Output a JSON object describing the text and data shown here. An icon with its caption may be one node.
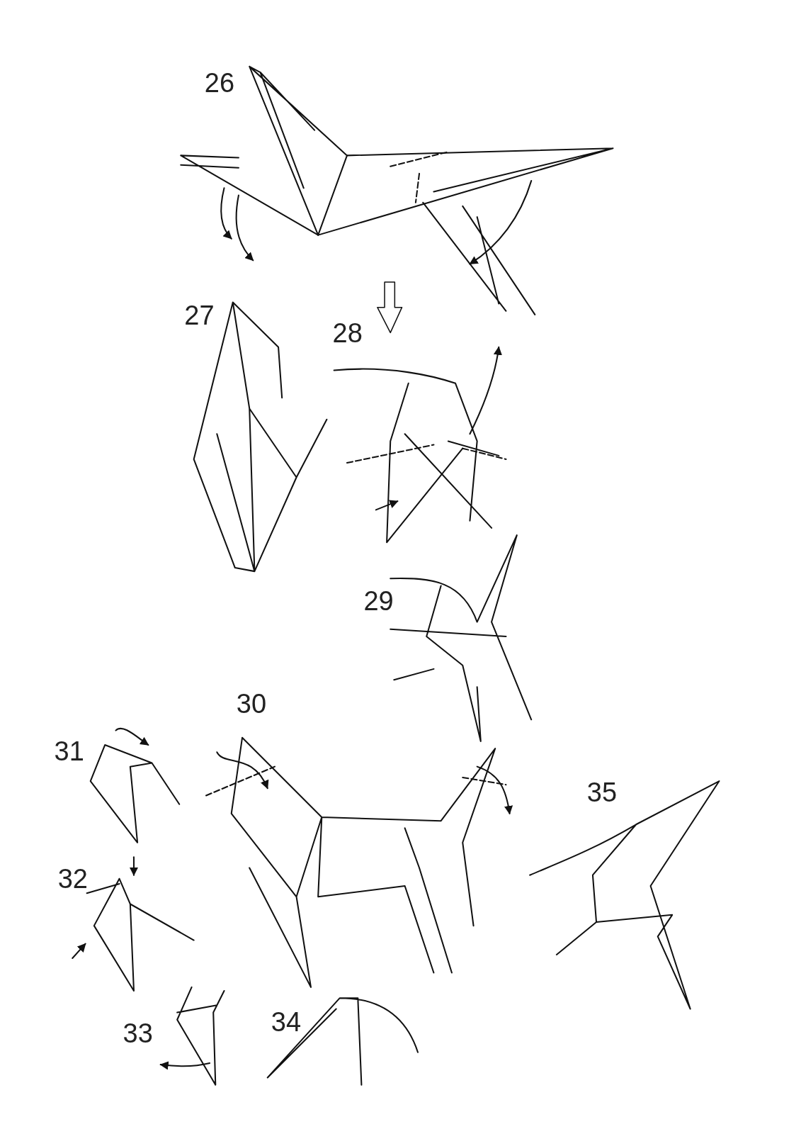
{
  "diagram": {
    "labels": [
      "26",
      "27",
      "28",
      "29",
      "30",
      "31",
      "32",
      "33",
      "34",
      "35"
    ]
  }
}
